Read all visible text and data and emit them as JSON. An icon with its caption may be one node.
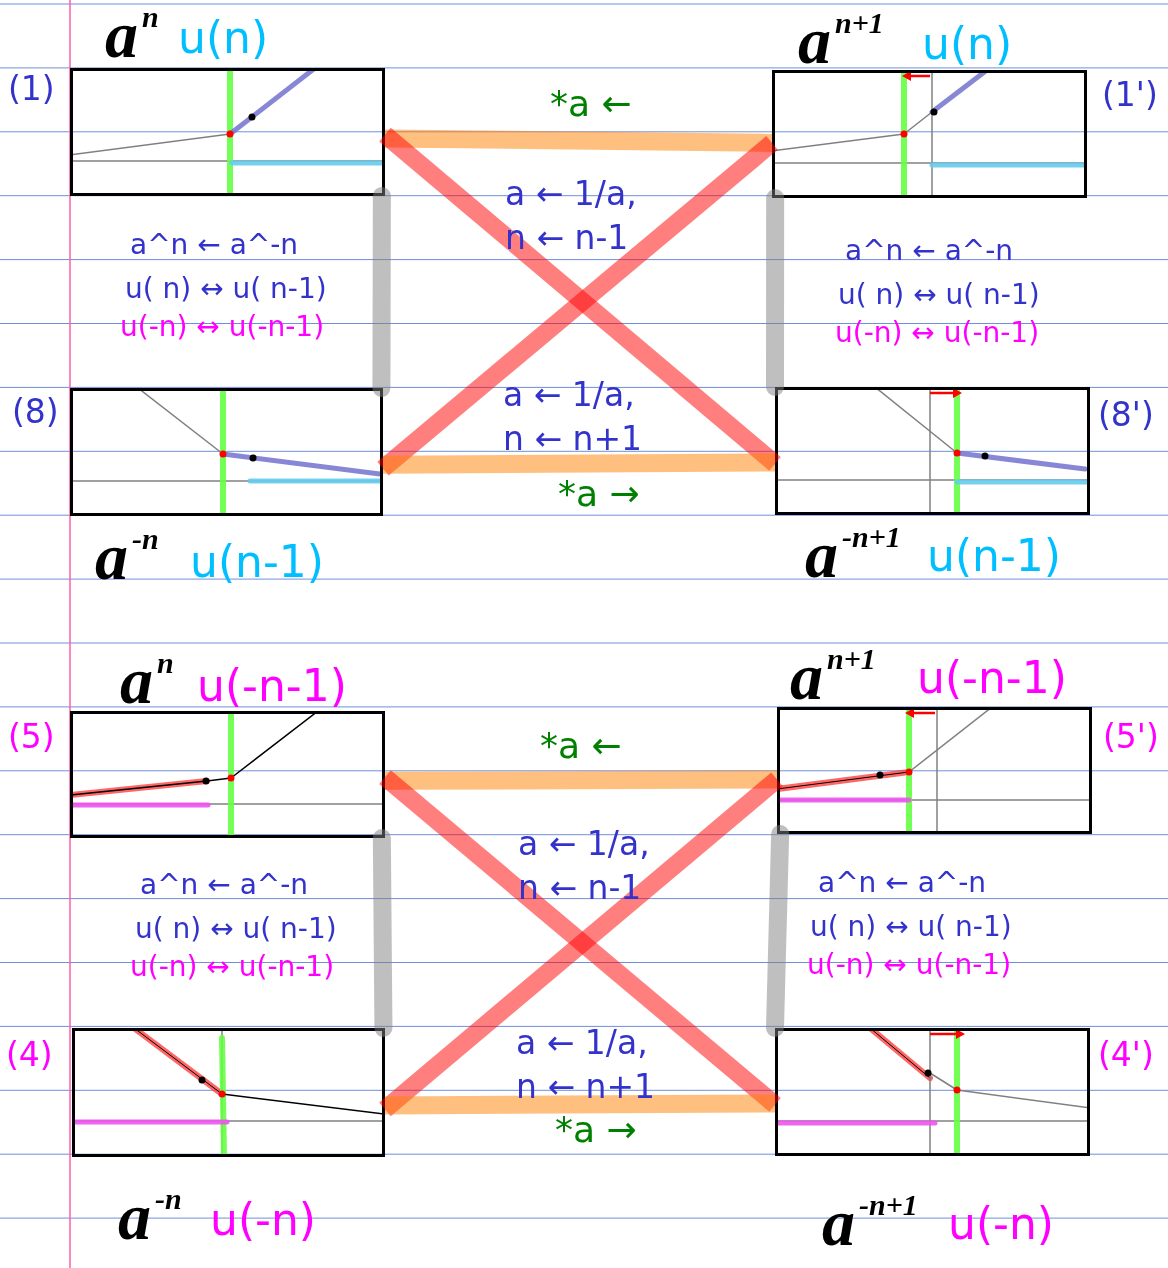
{
  "diagram": {
    "nodes": [
      {
        "text": [
          "a$^{n}$",
          "u(n)"
        ],
        "beside": [
          "(1)"
        ]
      },
      {
        "text": [
          "a$^{n+1}$",
          "u(n)"
        ],
        "beside": [
          "(1')"
        ]
      },
      {
        "text": [
          "a$^{-n}$",
          "u(n-1)"
        ],
        "beside": [
          "(8)"
        ]
      },
      {
        "text": [
          "a$^{-n+1}$",
          "u(n-1)"
        ],
        "beside": [
          "(8')"
        ]
      },
      {
        "text": [
          "a$^{n}$",
          "u(-n-1)"
        ],
        "beside": [
          "(5)"
        ]
      },
      {
        "text": [
          "a$^{n+1}$",
          "u(-n-1)"
        ],
        "beside": [
          "(5')"
        ]
      },
      {
        "text": [
          "a$^{-n}$",
          "u(-n)"
        ],
        "beside": [
          "(4)"
        ]
      },
      {
        "text": [
          "a$^{-n+1}$",
          "u(-n)"
        ],
        "beside": [
          "(4')"
        ]
      }
    ],
    "edges": [
      {
        "from": 0,
        "to": 1,
        "arrow": "none",
        "label": "*a ←",
        "color": "#ff8000"
      },
      {
        "from": 0,
        "to": 3,
        "arrow": "none",
        "color": "#ff0000"
      },
      {
        "from": 1,
        "to": 2,
        "arrow": "none",
        "color": "#ff0000"
      },
      {
        "from": 2,
        "to": 3,
        "arrow": "none",
        "label": "*a →",
        "color": "#ff8000"
      },
      {
        "from": 0,
        "to": 2,
        "arrow": "none",
        "color": "#808080"
      },
      {
        "from": 1,
        "to": 3,
        "arrow": "none",
        "color": "#808080"
      },
      {
        "from": 4,
        "to": 5,
        "arrow": "none",
        "label": "*a ←",
        "color": "#ff8000"
      },
      {
        "from": 4,
        "to": 7,
        "arrow": "none",
        "color": "#ff0000"
      },
      {
        "from": 5,
        "to": 6,
        "arrow": "none",
        "color": "#ff0000"
      },
      {
        "from": 6,
        "to": 7,
        "arrow": "none",
        "label": "*a →",
        "color": "#ff8000"
      },
      {
        "from": 4,
        "to": 6,
        "arrow": "none",
        "color": "#808080"
      },
      {
        "from": 5,
        "to": 7,
        "arrow": "none",
        "color": "#808080"
      }
    ],
    "labels": [
      "a ← 1/a, n ← n-1",
      "a^n ← a^-n",
      "a^n ← a^-n",
      "u( n) ↔ u( n-1)",
      "u( n) ↔ u( n-1)",
      "u(-n) ↔ u(-n-1)",
      "u(-n) ↔ u(-n-1)",
      "a ← 1/a, n ← n+1",
      "a ← 1/a, n ← n-1",
      "a^n ← a^-n",
      "a^n ← a^-n",
      "u( n) ↔ u( n-1)",
      "u( n) ↔ u( n-1)",
      "u(-n) ↔ u(-n-1)",
      "u(-n) ↔ u(-n-1)",
      "a ← 1/a, n ← n+1"
    ]
  }
}
